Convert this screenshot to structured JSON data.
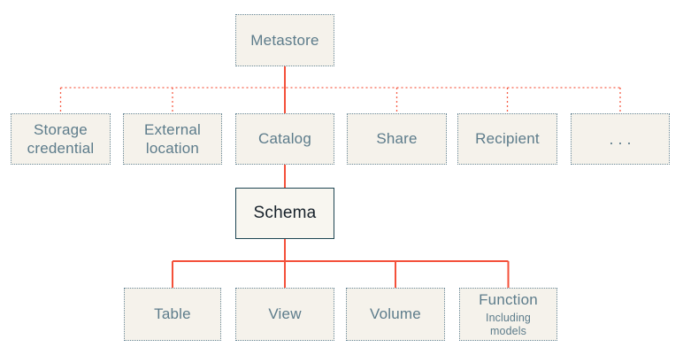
{
  "diagram": {
    "type": "hierarchy",
    "nodes": {
      "metastore": {
        "label": "Metastore"
      },
      "level2": [
        {
          "label": "Storage credential"
        },
        {
          "label": "External location"
        },
        {
          "label": "Catalog"
        },
        {
          "label": "Share"
        },
        {
          "label": "Recipient"
        },
        {
          "label": "..."
        }
      ],
      "schema": {
        "label": "Schema"
      },
      "level3": [
        {
          "label": "Table"
        },
        {
          "label": "View"
        },
        {
          "label": "Volume"
        },
        {
          "label": "Function",
          "sublabel": "Including models"
        }
      ]
    },
    "colors": {
      "background": "#ffffff",
      "node_fill": "#f5f2eb",
      "node_border": "#6a8999",
      "node_text": "#5d7c8b",
      "schema_border": "#1d4552",
      "schema_text": "#17212a",
      "connector_solid": "#f4503a",
      "connector_dotted": "#f6604a"
    }
  }
}
